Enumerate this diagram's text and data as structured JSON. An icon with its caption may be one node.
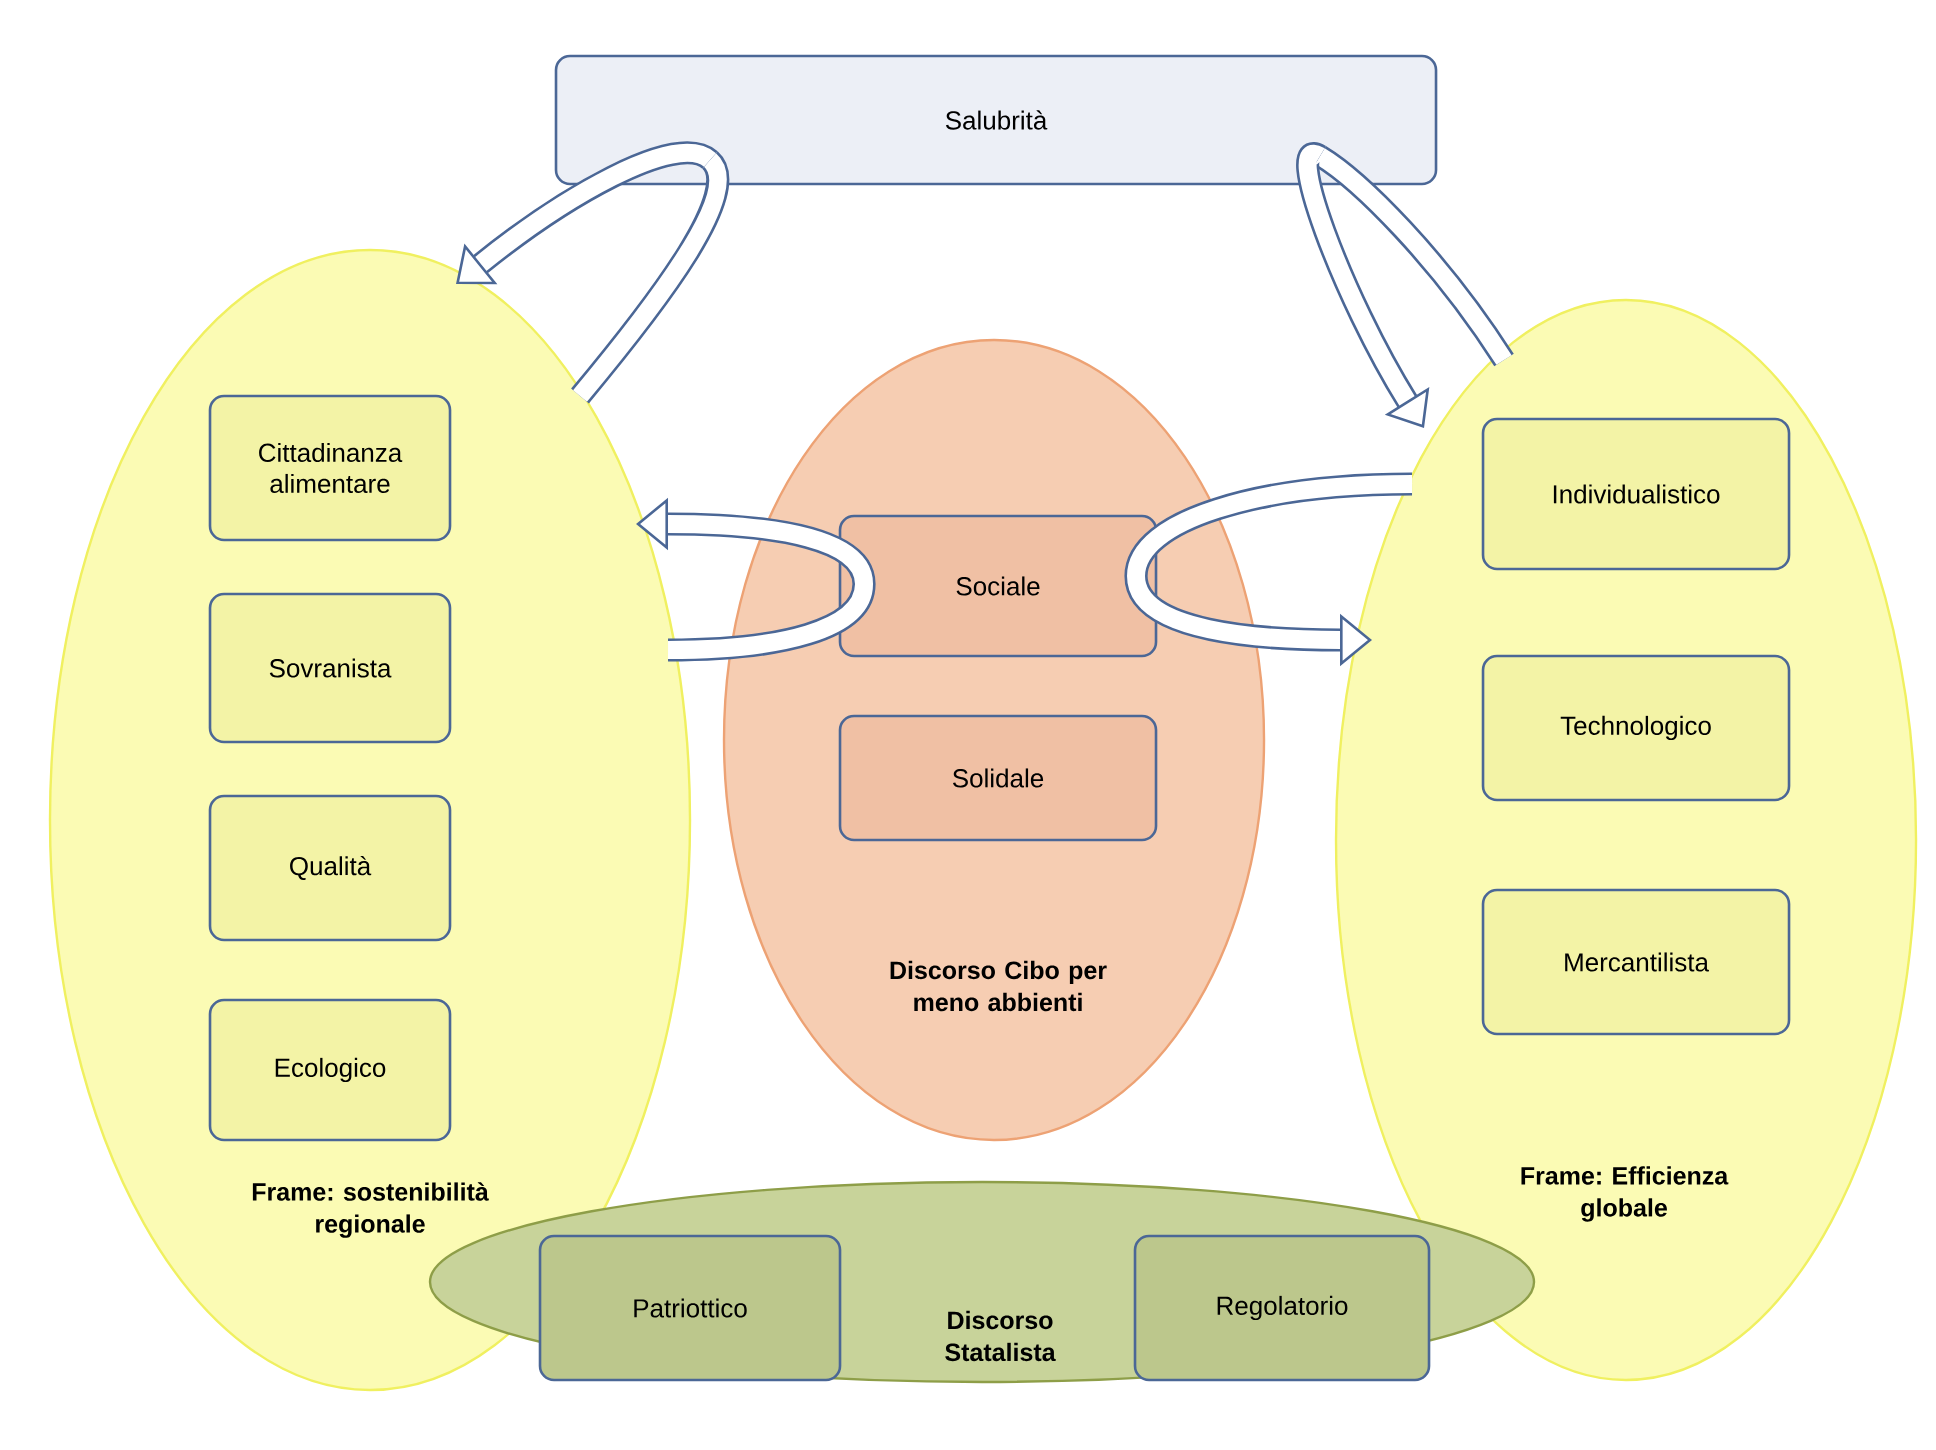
{
  "diagram": {
    "nodes": [
      {
        "text": [
          "Frame: sostenibilità regionale"
        ]
      },
      {
        "text": [
          "Cittadinanza alimentare"
        ],
        "in": 0
      },
      {
        "text": [
          "Sovranista"
        ],
        "in": 0
      },
      {
        "text": [
          "Qualità"
        ],
        "in": 0
      },
      {
        "text": [
          "Ecologico"
        ],
        "in": 0
      },
      {
        "text": [
          "Discorso Cibo per meno abbienti"
        ]
      },
      {
        "text": [
          "Sociale"
        ],
        "in": 5
      },
      {
        "text": [
          "Solidale"
        ],
        "in": 5
      },
      {
        "text": [
          "Frame: Efficienza globale"
        ]
      },
      {
        "text": [
          "Individualistico"
        ],
        "in": 8
      },
      {
        "text": [
          "Technologico"
        ],
        "in": 8
      },
      {
        "text": [
          "Mercantilista"
        ],
        "in": 8
      },
      {
        "text": [
          "Discorso Statalista"
        ]
      },
      {
        "text": [
          "Patriottico"
        ],
        "in": 12
      },
      {
        "text": [
          "Regolatorio"
        ],
        "in": 12
      },
      {
        "text": [
          "Salubrità"
        ]
      }
    ],
    "edges": [
      {
        "from": 0,
        "to": 15,
        "arrow": "none"
      },
      {
        "from": 15,
        "to": 0,
        "arrow": "to"
      },
      {
        "from": 0,
        "to": 6,
        "arrow": "none"
      },
      {
        "from": 6,
        "to": 0,
        "arrow": "to"
      },
      {
        "from": 8,
        "to": 6,
        "arrow": "none"
      },
      {
        "from": 6,
        "to": 8,
        "arrow": "to"
      },
      {
        "from": 8,
        "to": 15,
        "arrow": "none"
      },
      {
        "from": 15,
        "to": 8,
        "arrow": "to"
      }
    ]
  }
}
